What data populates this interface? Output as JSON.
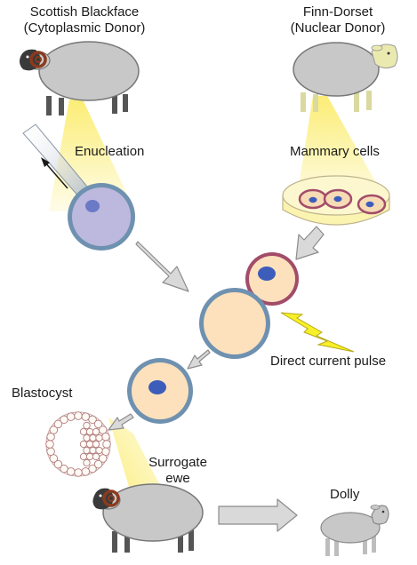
{
  "labels": {
    "cytoplasmic_donor_name": "Scottish Blackface",
    "cytoplasmic_donor_role": "(Cytoplasmic Donor)",
    "nuclear_donor_name": "Finn-Dorset",
    "nuclear_donor_role": "(Nuclear Donor)",
    "enucleation": "Enucleation",
    "mammary_cells": "Mammary cells",
    "direct_current_pulse": "Direct current pulse",
    "blastocyst": "Blastocyst",
    "surrogate_line1": "Surrogate",
    "surrogate_line2": "ewe",
    "dolly": "Dolly"
  },
  "icons": {
    "blackface_sheep": "sheep-blackface-icon",
    "finn_dorset_sheep": "sheep-white-face-icon",
    "surrogate_sheep": "sheep-blackface-icon",
    "dolly_lamb": "lamb-icon",
    "pipette": "micropipette-icon",
    "petri_dish": "petri-dish-icon",
    "lightning": "lightning-bolt-icon"
  },
  "colors": {
    "sheep_body": "#c8c8c8",
    "black_face": "#3a3a3a",
    "horn": "#8b3a1e",
    "cream_face": "#eaeab0",
    "light_beam": "#fbec6e",
    "egg_outer": "#6f91b0",
    "enucleated_cytoplasm": "#bdb8de",
    "fused_cytoplasm": "#fce1bc",
    "nucleus": "#3d5dbb",
    "donor_cell_rim": "#a24c6a",
    "arrow_fill": "#d9d9d9",
    "arrow_stroke": "#8c8c8c",
    "lightning": "#f7ef28"
  }
}
